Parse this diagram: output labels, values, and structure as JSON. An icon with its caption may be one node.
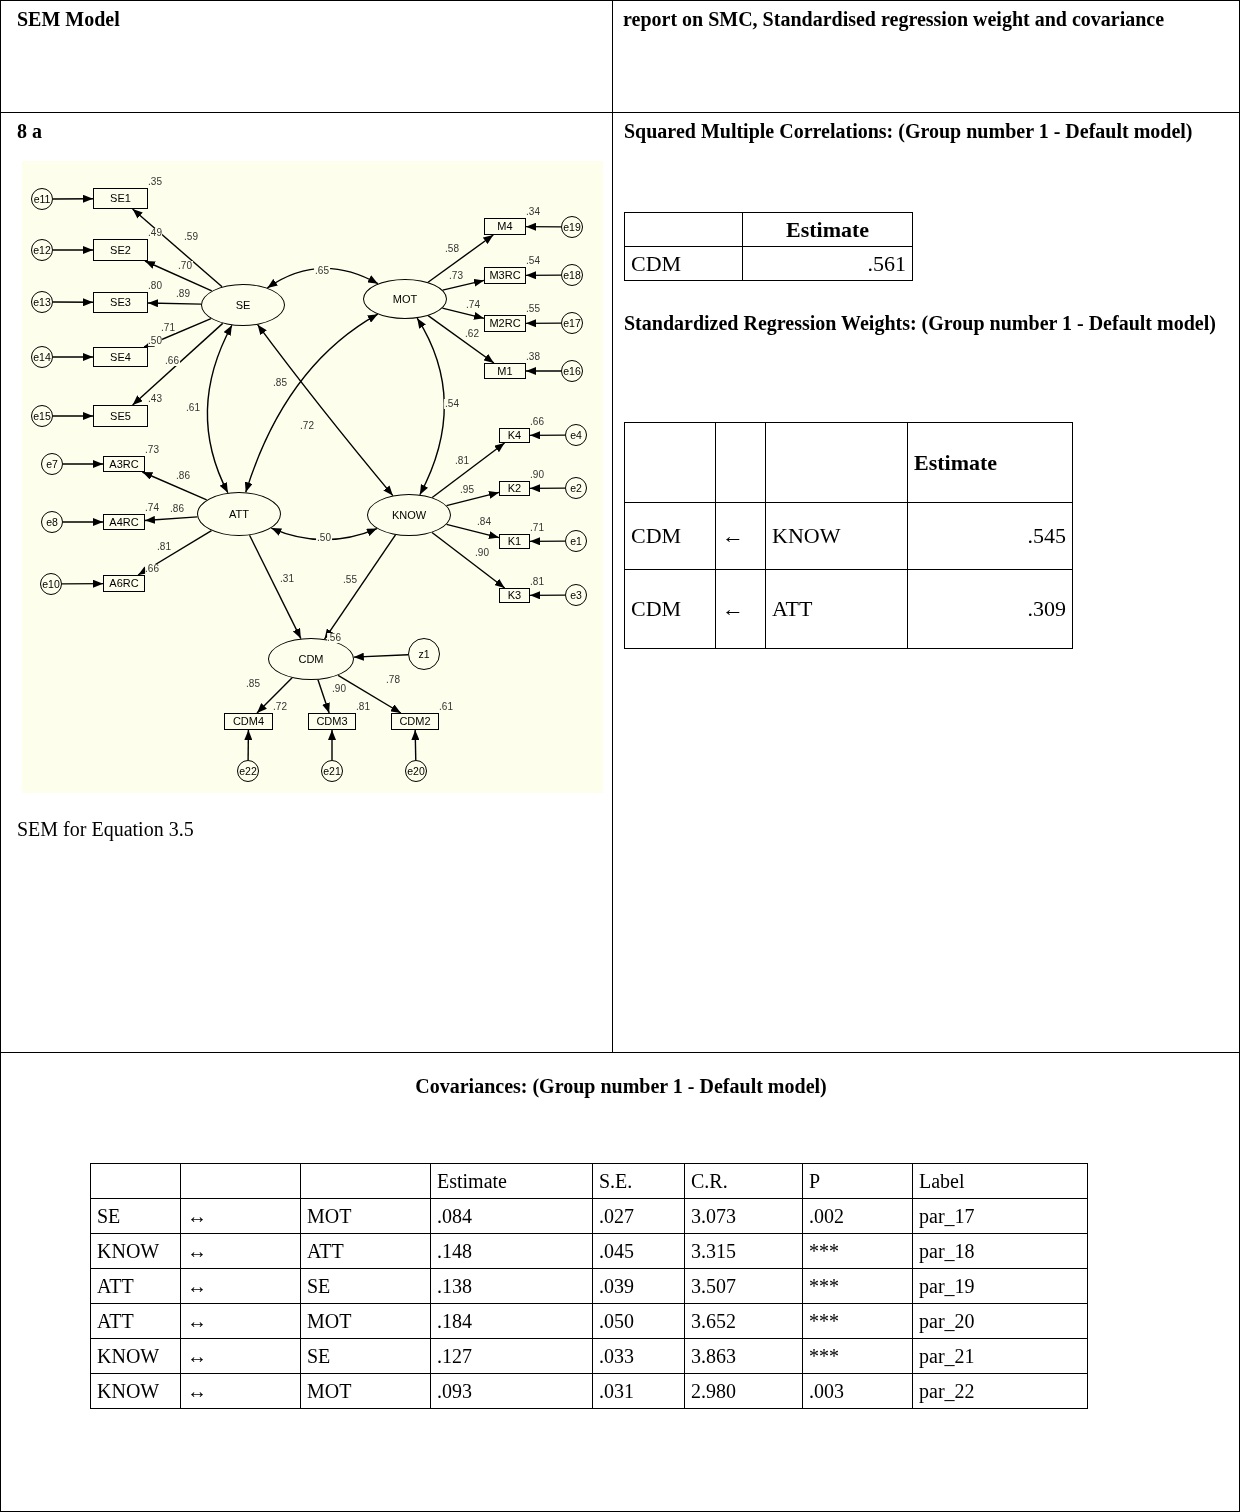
{
  "diagram": {
    "nodes": [
      {
        "text": [
          "SE"
        ]
      },
      {
        "text": [
          "MOT"
        ]
      },
      {
        "text": [
          "ATT"
        ]
      },
      {
        "text": [
          "KNOW"
        ]
      },
      {
        "text": [
          "CDM"
        ],
        "beside": [
          ".56"
        ]
      },
      {
        "text": [
          "z1"
        ]
      },
      {
        "text": [
          "SE1"
        ],
        "beside": [
          ".35"
        ]
      },
      {
        "text": [
          "SE2"
        ],
        "beside": [
          ".49"
        ]
      },
      {
        "text": [
          "SE3"
        ],
        "beside": [
          ".80"
        ]
      },
      {
        "text": [
          "SE4"
        ],
        "beside": [
          ".50"
        ]
      },
      {
        "text": [
          "SE5"
        ],
        "beside": [
          ".43"
        ]
      },
      {
        "text": [
          "e11"
        ]
      },
      {
        "text": [
          "e12"
        ]
      },
      {
        "text": [
          "e13"
        ]
      },
      {
        "text": [
          "e14"
        ]
      },
      {
        "text": [
          "e15"
        ]
      },
      {
        "text": [
          "M4"
        ],
        "beside": [
          ".34"
        ]
      },
      {
        "text": [
          "M3RC"
        ],
        "beside": [
          ".54"
        ]
      },
      {
        "text": [
          "M2RC"
        ],
        "beside": [
          ".55"
        ]
      },
      {
        "text": [
          "M1"
        ],
        "beside": [
          ".38"
        ]
      },
      {
        "text": [
          "e19"
        ]
      },
      {
        "text": [
          "e18"
        ]
      },
      {
        "text": [
          "e17"
        ]
      },
      {
        "text": [
          "e16"
        ]
      },
      {
        "text": [
          "A3RC"
        ],
        "beside": [
          ".73"
        ]
      },
      {
        "text": [
          "A4RC"
        ],
        "beside": [
          ".74"
        ]
      },
      {
        "text": [
          "A6RC"
        ],
        "beside": [
          ".66"
        ]
      },
      {
        "text": [
          "e7"
        ]
      },
      {
        "text": [
          "e8"
        ]
      },
      {
        "text": [
          "e10"
        ]
      },
      {
        "text": [
          "K4"
        ],
        "beside": [
          ".66"
        ]
      },
      {
        "text": [
          "K2"
        ],
        "beside": [
          ".90"
        ]
      },
      {
        "text": [
          "K1"
        ],
        "beside": [
          ".71"
        ]
      },
      {
        "text": [
          "K3"
        ],
        "beside": [
          ".81"
        ]
      },
      {
        "text": [
          "e4"
        ]
      },
      {
        "text": [
          "e2"
        ]
      },
      {
        "text": [
          "e1"
        ]
      },
      {
        "text": [
          "e3"
        ]
      },
      {
        "text": [
          "CDM4"
        ],
        "beside": [
          ".72"
        ]
      },
      {
        "text": [
          "CDM3"
        ],
        "beside": [
          ".81"
        ]
      },
      {
        "text": [
          "CDM2"
        ],
        "beside": [
          ".61"
        ]
      },
      {
        "text": [
          "e22"
        ]
      },
      {
        "text": [
          "e21"
        ]
      },
      {
        "text": [
          "e20"
        ]
      }
    ],
    "edges": [
      {
        "from": 0,
        "to": 6,
        "arrow": "to",
        "label": ".59"
      },
      {
        "from": 0,
        "to": 7,
        "arrow": "to",
        "label": ".70"
      },
      {
        "from": 0,
        "to": 8,
        "arrow": "to",
        "label": ".89"
      },
      {
        "from": 0,
        "to": 9,
        "arrow": "to",
        "label": ".71"
      },
      {
        "from": 0,
        "to": 10,
        "arrow": "to",
        "label": ".66"
      },
      {
        "from": 11,
        "to": 6,
        "arrow": "to"
      },
      {
        "from": 12,
        "to": 7,
        "arrow": "to"
      },
      {
        "from": 13,
        "to": 8,
        "arrow": "to"
      },
      {
        "from": 14,
        "to": 9,
        "arrow": "to"
      },
      {
        "from": 15,
        "to": 10,
        "arrow": "to"
      },
      {
        "from": 1,
        "to": 16,
        "arrow": "to",
        "label": ".58"
      },
      {
        "from": 1,
        "to": 17,
        "arrow": "to",
        "label": ".73"
      },
      {
        "from": 1,
        "to": 18,
        "arrow": "to",
        "label": ".74"
      },
      {
        "from": 1,
        "to": 19,
        "arrow": "to",
        "label": ".62"
      },
      {
        "from": 20,
        "to": 16,
        "arrow": "to"
      },
      {
        "from": 21,
        "to": 17,
        "arrow": "to"
      },
      {
        "from": 22,
        "to": 18,
        "arrow": "to"
      },
      {
        "from": 23,
        "to": 19,
        "arrow": "to"
      },
      {
        "from": 2,
        "to": 24,
        "arrow": "to",
        "label": ".86"
      },
      {
        "from": 2,
        "to": 25,
        "arrow": "to",
        "label": ".86"
      },
      {
        "from": 2,
        "to": 26,
        "arrow": "to",
        "label": ".81"
      },
      {
        "from": 27,
        "to": 24,
        "arrow": "to"
      },
      {
        "from": 28,
        "to": 25,
        "arrow": "to"
      },
      {
        "from": 29,
        "to": 26,
        "arrow": "to"
      },
      {
        "from": 3,
        "to": 30,
        "arrow": "to",
        "label": ".81"
      },
      {
        "from": 3,
        "to": 31,
        "arrow": "to",
        "label": ".95"
      },
      {
        "from": 3,
        "to": 32,
        "arrow": "to",
        "label": ".84"
      },
      {
        "from": 3,
        "to": 33,
        "arrow": "to",
        "label": ".90"
      },
      {
        "from": 34,
        "to": 30,
        "arrow": "to"
      },
      {
        "from": 35,
        "to": 31,
        "arrow": "to"
      },
      {
        "from": 36,
        "to": 32,
        "arrow": "to"
      },
      {
        "from": 37,
        "to": 33,
        "arrow": "to"
      },
      {
        "from": 0,
        "to": 1,
        "arrow": "both",
        "label": ".65"
      },
      {
        "from": 0,
        "to": 2,
        "arrow": "both",
        "label": ".61"
      },
      {
        "from": 1,
        "to": 2,
        "arrow": "both",
        "label": ".85"
      },
      {
        "from": 0,
        "to": 3,
        "arrow": "both",
        "label": ".72"
      },
      {
        "from": 1,
        "to": 3,
        "arrow": "both",
        "label": ".54"
      },
      {
        "from": 2,
        "to": 3,
        "arrow": "both",
        "label": ".50"
      },
      {
        "from": 2,
        "to": 4,
        "arrow": "to",
        "label": ".31"
      },
      {
        "from": 3,
        "to": 4,
        "arrow": "to",
        "label": ".55"
      },
      {
        "from": 5,
        "to": 4,
        "arrow": "to"
      },
      {
        "from": 4,
        "to": 38,
        "arrow": "to",
        "label": ".85"
      },
      {
        "from": 4,
        "to": 39,
        "arrow": "to",
        "label": ".90"
      },
      {
        "from": 4,
        "to": 40,
        "arrow": "to",
        "label": ".78"
      },
      {
        "from": 41,
        "to": 38,
        "arrow": "to"
      },
      {
        "from": 42,
        "to": 39,
        "arrow": "to"
      },
      {
        "from": 43,
        "to": 40,
        "arrow": "to"
      }
    ],
    "labels": [
      "SEM Model",
      "report on SMC, Standardised regression weight and covariance",
      "8 a",
      "SEM for Equation 3.5",
      "Squared Multiple Correlations: (Group number 1 - Default model)",
      "Estimate",
      "CDM",
      ".561",
      "Standardized Regression Weights: (Group number 1 - Default model)",
      "Estimate",
      "CDM",
      "←",
      "KNOW",
      ".545",
      "CDM",
      "←",
      "ATT",
      ".309",
      "Covariances: (Group number 1 - Default model)",
      "Estimate",
      "S.E.",
      "C.R.",
      "P",
      "Label",
      "SE",
      "↔",
      "MOT",
      ".084",
      ".027",
      "3.073",
      ".002",
      "par_17",
      "KNOW",
      "↔",
      "ATT",
      ".148",
      ".045",
      "3.315",
      "***",
      "par_18",
      "ATT",
      "↔",
      "SE",
      ".138",
      ".039",
      "3.507",
      "***",
      "par_19",
      "ATT",
      "↔",
      "MOT",
      ".184",
      ".050",
      "3.652",
      "***",
      "par_20",
      "KNOW",
      "↔",
      "SE",
      ".127",
      ".033",
      "3.863",
      "***",
      "par_21",
      "KNOW",
      "↔",
      "MOT",
      ".093",
      ".031",
      "2.980",
      ".003",
      "par_22"
    ]
  }
}
